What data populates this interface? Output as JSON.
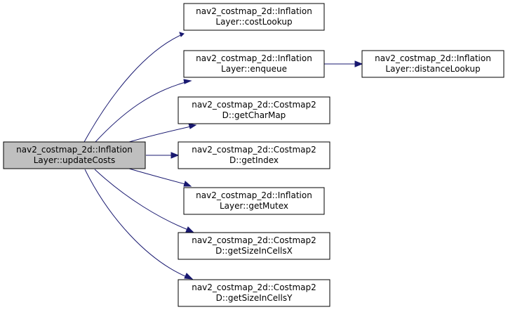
{
  "colors": {
    "root_fill": "#bfbfbf",
    "node_fill": "#ffffff",
    "border": "#000000",
    "edge": "#191970"
  },
  "nodes": {
    "root": {
      "line1": "nav2_costmap_2d::Inflation",
      "line2": "Layer::updateCosts"
    },
    "costLookup": {
      "line1": "nav2_costmap_2d::Inflation",
      "line2": "Layer::costLookup"
    },
    "enqueue": {
      "line1": "nav2_costmap_2d::Inflation",
      "line2": "Layer::enqueue"
    },
    "distanceLookup": {
      "line1": "nav2_costmap_2d::Inflation",
      "line2": "Layer::distanceLookup"
    },
    "getCharMap": {
      "line1": "nav2_costmap_2d::Costmap2",
      "line2": "D::getCharMap"
    },
    "getIndex": {
      "line1": "nav2_costmap_2d::Costmap2",
      "line2": "D::getIndex"
    },
    "getMutex": {
      "line1": "nav2_costmap_2d::Inflation",
      "line2": "Layer::getMutex"
    },
    "getSizeInCellsX": {
      "line1": "nav2_costmap_2d::Costmap2",
      "line2": "D::getSizeInCellsX"
    },
    "getSizeInCellsY": {
      "line1": "nav2_costmap_2d::Costmap2",
      "line2": "D::getSizeInCellsY"
    }
  },
  "edges": [
    {
      "from": "root",
      "to": "costLookup"
    },
    {
      "from": "root",
      "to": "enqueue"
    },
    {
      "from": "root",
      "to": "getCharMap"
    },
    {
      "from": "root",
      "to": "getIndex"
    },
    {
      "from": "root",
      "to": "getMutex"
    },
    {
      "from": "root",
      "to": "getSizeInCellsX"
    },
    {
      "from": "root",
      "to": "getSizeInCellsY"
    },
    {
      "from": "enqueue",
      "to": "distanceLookup"
    }
  ]
}
